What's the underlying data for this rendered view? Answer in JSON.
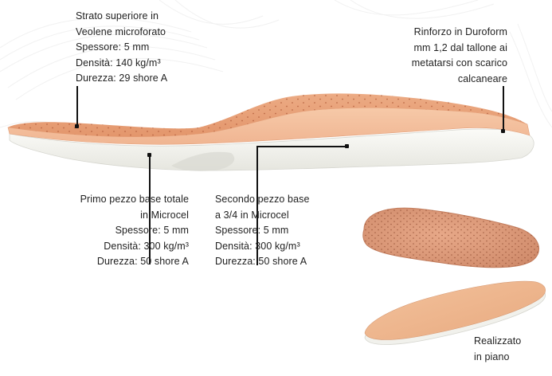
{
  "labels": {
    "top_layer": {
      "line1": "Strato superiore in",
      "line2": "Veolene microforato",
      "line3": "Spessore: 5 mm",
      "line4": "Densità: 140 kg/m³",
      "line5": "Durezza: 29 shore A"
    },
    "reinforcement": {
      "line1": "Rinforzo in Duroform",
      "line2": "mm 1,2 dal tallone ai",
      "line3": "metatarsi con scarico",
      "line4": "calcaneare"
    },
    "base_total": {
      "line1": "Primo pezzo base totale",
      "line2": "in Microcel",
      "line3": "Spessore: 5 mm",
      "line4": "Densità: 300 kg/m³",
      "line5": "Durezza: 50 shore A"
    },
    "base_3_4": {
      "line1": "Secondo pezzo base",
      "line2": "a 3/4 in Microcel",
      "line3": "Spessore: 5 mm",
      "line4": "Densità: 300 kg/m³",
      "line5": "Durezza: 50 shore A"
    },
    "flat": {
      "line1": "Realizzato",
      "line2": "in piano"
    }
  },
  "colors": {
    "top_layer": "#e9a57e",
    "top_layer_edge": "#f2c09d",
    "base_foam": "#f3f3ee",
    "leader": "#111111"
  }
}
